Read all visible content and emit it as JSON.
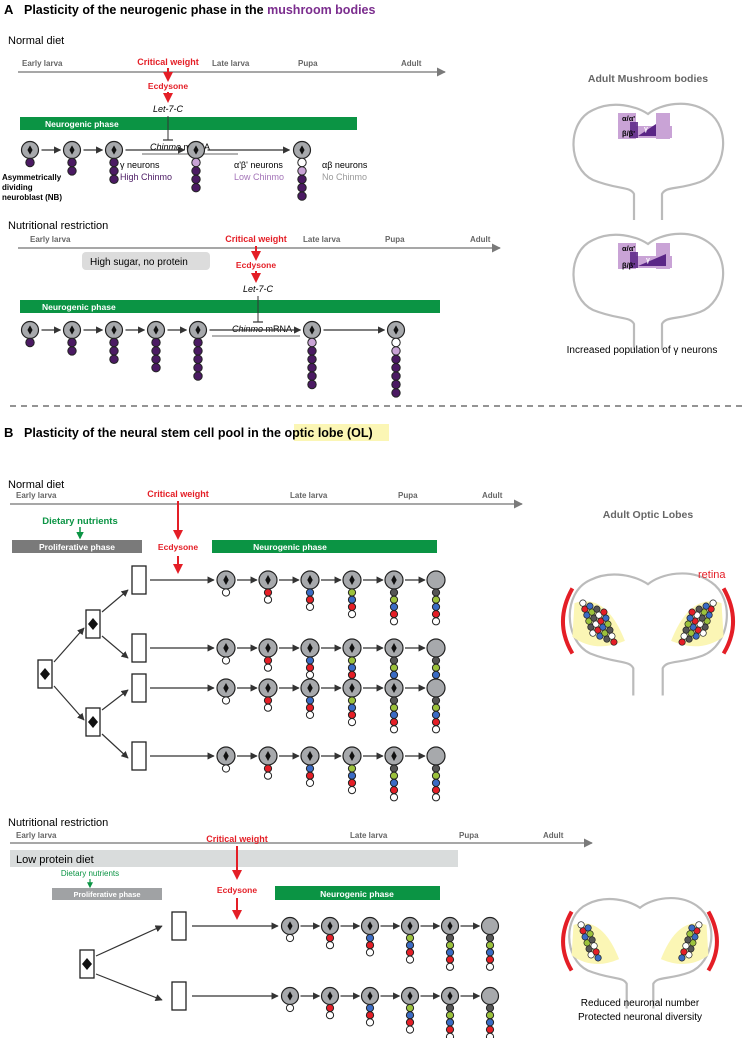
{
  "panelA": {
    "letter": "A",
    "title_prefix": "Plasticity of the neurogenic phase in the ",
    "title_highlight": "mushroom bodies",
    "normal": {
      "label": "Normal diet",
      "stages": [
        "Early larva",
        "Late larva",
        "Pupa",
        "Adult"
      ],
      "critical_weight": "Critical weight",
      "ecdysone": "Ecdysone",
      "let7": "Let-7-C",
      "phase": "Neurogenic phase",
      "chinmo_italic": "Chinmo",
      "chinmo_rest": " mRNA",
      "nb_label": [
        "Asymmetrically",
        "dividing",
        "neuroblast (NB)"
      ],
      "gamma": "γ neurons",
      "high": "High Chinmo",
      "apbp": "α'β' neurons",
      "low": "Low Chinmo",
      "ab": "αβ neurons",
      "none": "No Chinmo"
    },
    "restriction": {
      "label": "Nutritional restriction",
      "stages": [
        "Early larva",
        "Late larva",
        "Pupa",
        "Adult"
      ],
      "sugar": "High sugar, no protein",
      "critical_weight": "Critical weight",
      "ecdysone": "Ecdysone",
      "let7": "Let-7-C",
      "phase": "Neurogenic phase",
      "chinmo_italic": "Chinmo",
      "chinmo_rest": " mRNA"
    },
    "adult": {
      "title": "Adult Mushroom bodies",
      "ap": "α/α'",
      "bp": "β/β'",
      "g": "γ",
      "caption": "Increased population of γ neurons"
    }
  },
  "panelB": {
    "letter": "B",
    "title_prefix": "Plasticity of the neural stem cell pool in the ",
    "title_highlight": "optic lobe (OL)",
    "normal": {
      "label": "Normal diet",
      "stages": [
        "Early larva",
        "Late larva",
        "Pupa",
        "Adult"
      ],
      "critical_weight": "Critical weight",
      "nutrients": "Dietary nutrients",
      "prolif": "Proliferative phase",
      "ecdysone": "Ecdysone",
      "phase": "Neurogenic phase"
    },
    "restriction": {
      "label": "Nutritional restriction",
      "stages": [
        "Early larva",
        "Late larva",
        "Pupa",
        "Adult"
      ],
      "lowprotein": "Low protein diet",
      "critical_weight": "Critical weight",
      "nutrients": "Dietary nutrients",
      "prolif": "Proliferative phase",
      "ecdysone": "Ecdysone",
      "phase": "Neurogenic phase"
    },
    "adult": {
      "title": "Adult Optic Lobes",
      "retina": "retina",
      "caption1": "Reduced neuronal number",
      "caption2": "Protected neuronal diversity"
    }
  },
  "colors": {
    "red": "#e41e26",
    "green": "#0b9444",
    "purple": "#7b2d8e",
    "darkpurple": "#4b1a63",
    "lightpurple": "#c9a3d6",
    "gray": "#7a7a7a",
    "cellgray": "#a7a9ac",
    "yellow": "#fbf6b5"
  }
}
